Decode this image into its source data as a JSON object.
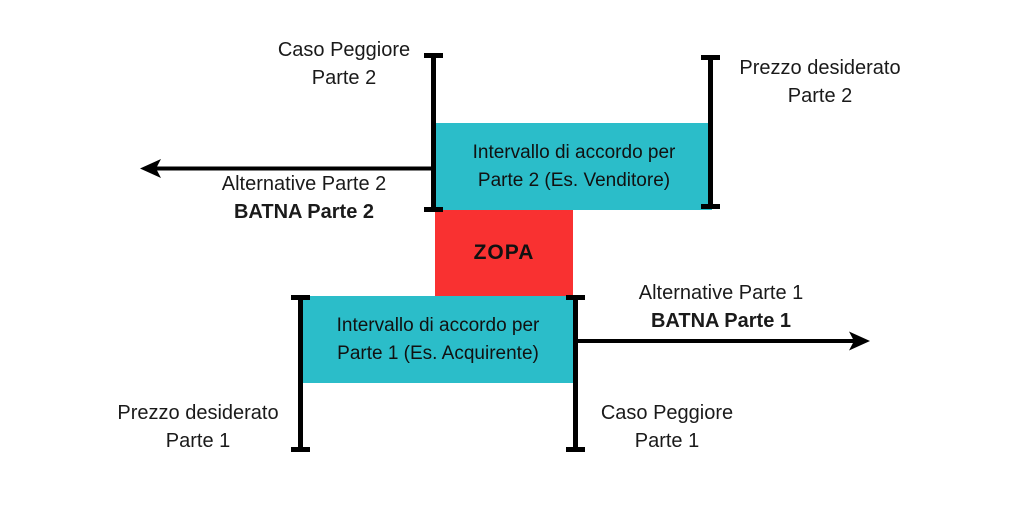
{
  "colors": {
    "teal": "#2bbdc9",
    "red": "#f93131",
    "line": "#000000",
    "text": "#1a1a1a",
    "background": "#ffffff"
  },
  "boxes": {
    "party2": {
      "line1": "Intervallo di accordo per",
      "line2": "Parte 2 (Es. Venditore)"
    },
    "zopa": {
      "label": "ZOPA"
    },
    "party1": {
      "line1": "Intervallo di accordo per",
      "line2": "Parte 1 (Es. Acquirente)"
    }
  },
  "labels": {
    "worst_case_party2": {
      "line1": "Caso Peggiore",
      "line2": "Parte 2"
    },
    "desired_price_party2": {
      "line1": "Prezzo desiderato",
      "line2": "Parte 2"
    },
    "alternatives_party2": {
      "line1": "Alternative Parte 2",
      "line2": "BATNA Parte 2"
    },
    "alternatives_party1": {
      "line1": "Alternative Parte 1",
      "line2": "BATNA Parte 1"
    },
    "desired_price_party1": {
      "line1": "Prezzo desiderato",
      "line2": "Parte 1"
    },
    "worst_case_party1": {
      "line1": "Caso Peggiore",
      "line2": "Parte 1"
    }
  }
}
